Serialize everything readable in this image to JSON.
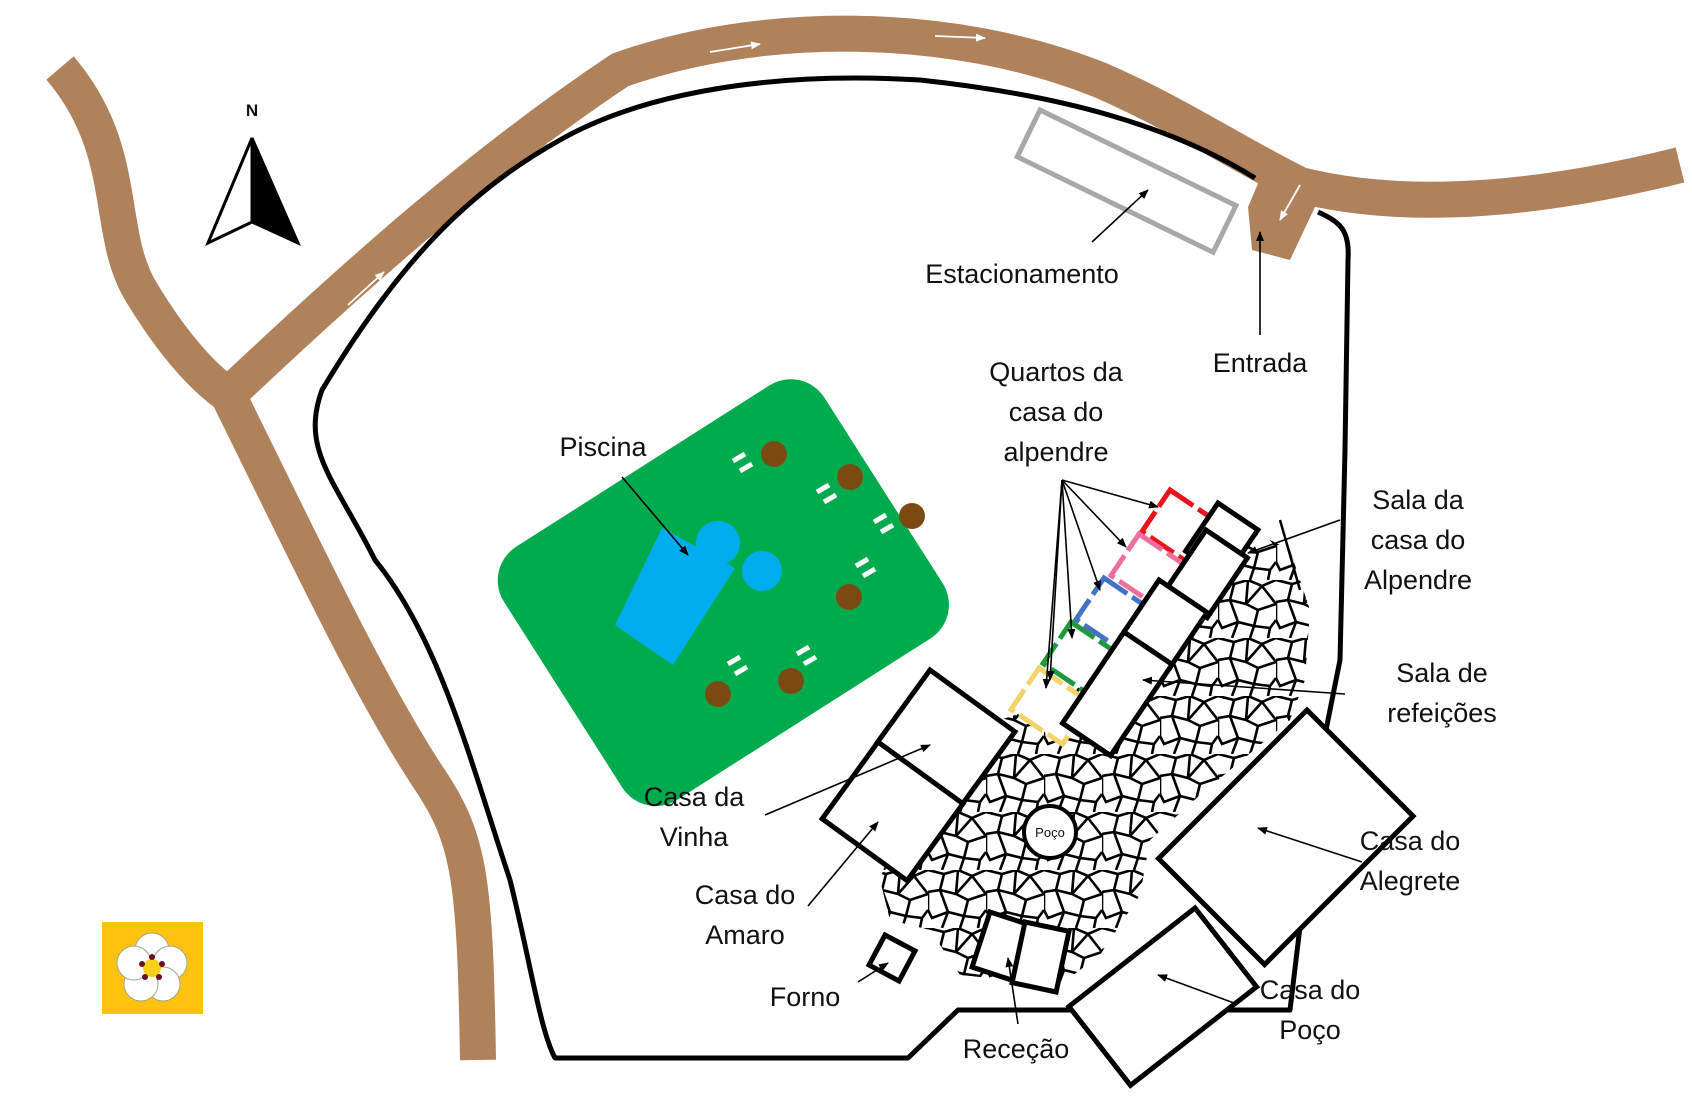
{
  "compass": {
    "letter": "N"
  },
  "well": {
    "label": "Poço"
  },
  "labels": {
    "parking": "Estacionamento",
    "entrance": "Entrada",
    "pool": "Piscina",
    "rooms_1": "Quartos da",
    "rooms_2": "casa do",
    "rooms_3": "alpendre",
    "lounge_1": "Sala da",
    "lounge_2": "casa do",
    "lounge_3": "Alpendre",
    "dining_1": "Sala de",
    "dining_2": "refeições",
    "vinha_1": "Casa da",
    "vinha_2": "Vinha",
    "amaro_1": "Casa do",
    "amaro_2": "Amaro",
    "forno": "Forno",
    "rececao": "Receção",
    "alegrete_1": "Casa do",
    "alegrete_2": "Alegrete",
    "poco_1": "Casa do",
    "poco_2": "Poço"
  },
  "colors": {
    "road": "#B0825C",
    "lawn": "#00AB4E",
    "pool": "#00AEEF",
    "tree": "#7B4A12",
    "parking": "#A8A8A8",
    "logo_bg": "#FFC20E",
    "room_colors": [
      "#E8141B",
      "#EE6EA0",
      "#4472C4",
      "#1E9A3C",
      "#F2D46A"
    ]
  }
}
